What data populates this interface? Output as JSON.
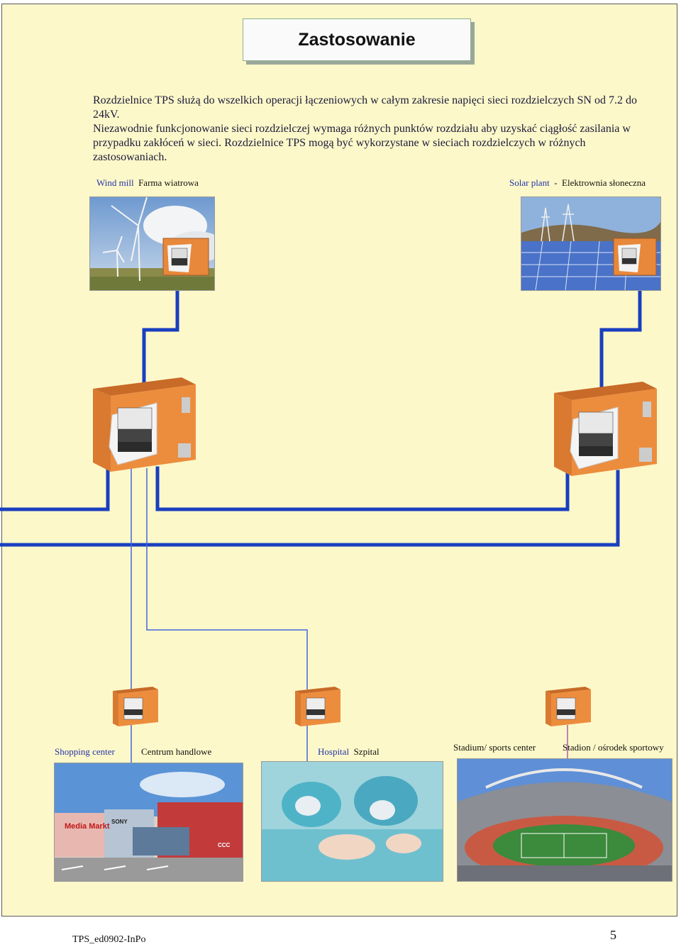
{
  "title": "Zastosowanie",
  "intro": {
    "p1": "Rozdzielnice TPS służą do wszelkich operacji łączeniowych w całym zakresie napięci sieci rozdzielczych SN od 7.2 do 24kV.",
    "p2": "Niezawodnie funkcjonowanie sieci rozdzielczej wymaga różnych punktów rozdziału aby uzyskać ciągłość zasilania w przypadku zakłóceń w sieci. Rozdzielnice TPS mogą być wykorzystane w sieciach rozdzielczych w różnych zastosowaniach."
  },
  "labels": {
    "wind_en": "Wind mill",
    "wind_pl": "Farma wiatrowa",
    "solar_en": "Solar plant",
    "solar_sep": "-",
    "solar_pl": "Elektrownia słoneczna",
    "shop_en": "Shopping center",
    "shop_pl": "Centrum handlowe",
    "hosp_en": "Hospital",
    "hosp_pl": "Szpital",
    "stad_en": "Stadium/ sports center",
    "stad_pl": "Stadion / ośrodek sportowy"
  },
  "photo_text": {
    "mall_sign": "Media Markt",
    "sony_sign": "SONY",
    "ccc_sign": "CCC"
  },
  "footer": {
    "doc_code": "TPS_ed0902-InPo",
    "page_number": "5"
  },
  "colors": {
    "page_bg": "#fdf8c9",
    "cable_blue": "#1a3fbf",
    "substation_orange": "#e8883a",
    "label_blue": "#2233aa"
  }
}
